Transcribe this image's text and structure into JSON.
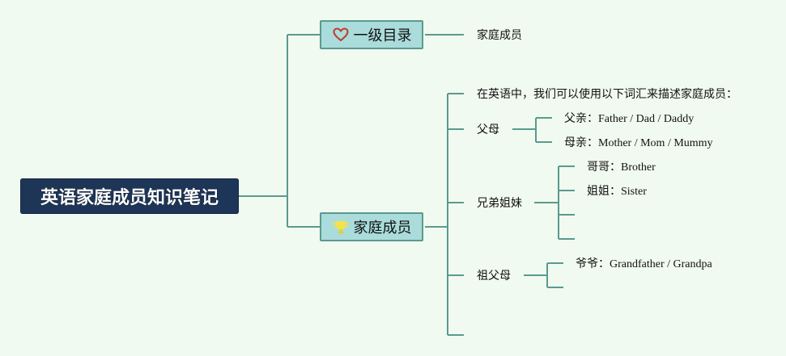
{
  "root": {
    "label": "英语家庭成员知识笔记"
  },
  "topics": {
    "level1": {
      "label": "一级目录",
      "icon": "heart-icon",
      "child": "家庭成员"
    },
    "family": {
      "label": "家庭成员",
      "icon": "trophy-icon",
      "intro": "在英语中，我们可以使用以下词汇来描述家庭成员：",
      "parents": {
        "label": "父母",
        "father_prefix": "父亲：",
        "father_en": "Father / Dad / Daddy",
        "mother_prefix": "母亲：",
        "mother_en": "Mother / Mom / Mummy"
      },
      "siblings": {
        "label": "兄弟姐妹",
        "brother_prefix": "哥哥：",
        "brother_en": "Brother",
        "sister_prefix": "姐姐：",
        "sister_en": "Sister"
      },
      "grandparents": {
        "label": "祖父母",
        "grandpa_prefix": "爷爷：",
        "grandpa_en": "Grandfather / Grandpa"
      }
    }
  },
  "colors": {
    "line": "#5a9a8f",
    "root_bg": "#1d3557",
    "topic_bg": "#a9dcdb",
    "bg": "#f1faf0"
  }
}
